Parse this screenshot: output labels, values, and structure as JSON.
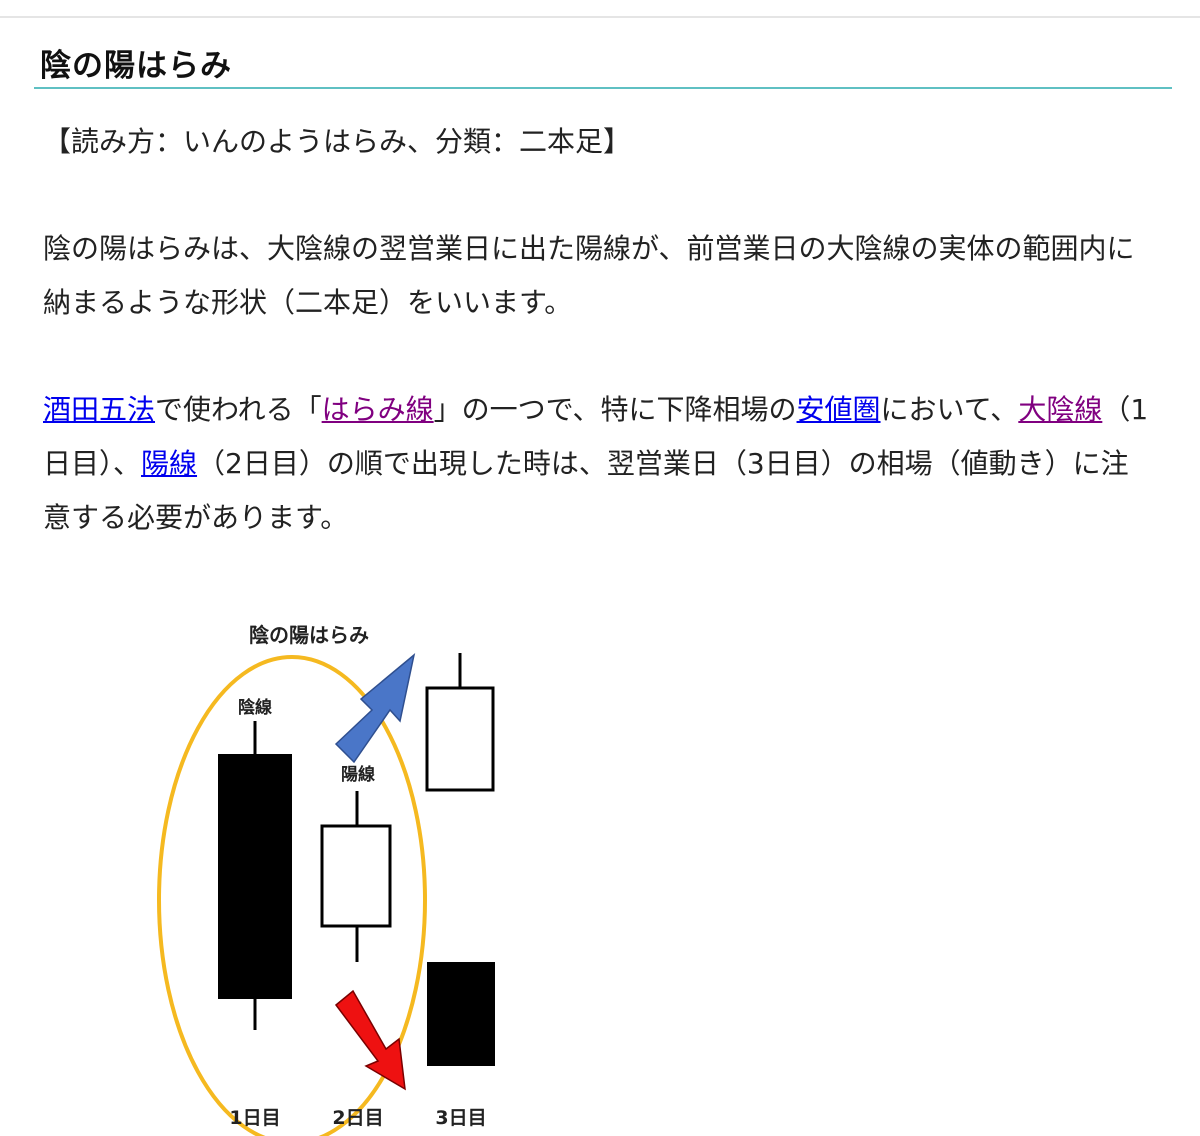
{
  "heading": "陰の陽はらみ",
  "reading": "【読み方：いんのようはらみ、分類：二本足】",
  "definition": "陰の陽はらみは、大陰線の翌営業日に出た陽線が、前営業日の大陰線の実体の範囲内に納まるような形状（二本足）をいいます。",
  "usage": {
    "link_sakata": "酒田五法",
    "t1": "で使われる「",
    "link_harami": "はらみ線",
    "t2": "」の一つで、特に下降相場の",
    "link_yasune": "安値圏",
    "t3": "において、",
    "link_daiinsen": "大陰線",
    "t4": "（1日目）、",
    "link_yosen": "陽線",
    "t5": "（2日目）の順で出現した時は、翌営業日（3日目）の相場（値動き）に注意する必要があります。"
  },
  "figure": {
    "title": "陰の陽はらみ",
    "label_insen": "陰線",
    "label_yosen": "陽線",
    "day1": "1日目",
    "day2": "2日目",
    "day3": "3日目",
    "colors": {
      "ellipse": "#f5b920",
      "arrow_up": "#4a76c8",
      "arrow_down": "#ee1111",
      "bearish_body": "#000000"
    }
  }
}
